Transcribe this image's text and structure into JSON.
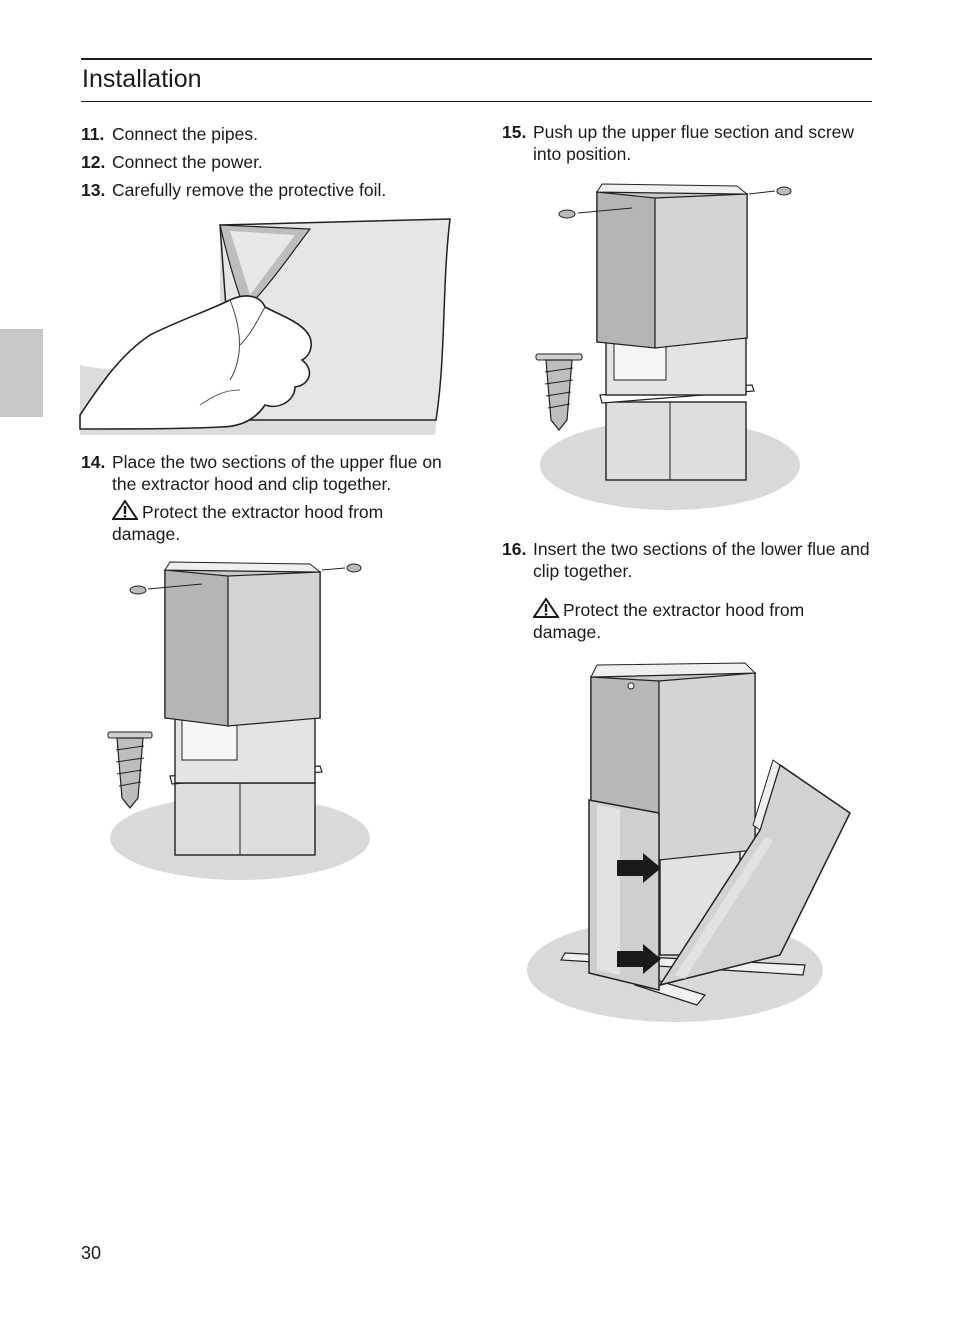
{
  "header": {
    "title": "Installation"
  },
  "steps": [
    {
      "number": "11.",
      "text": "Connect the pipes."
    },
    {
      "number": "12.",
      "text": "Connect the power."
    },
    {
      "number": "13.",
      "text": "Carefully remove the protective foil."
    },
    {
      "number": "14.",
      "text": "Place the two sections of the upper flue on the extractor hood and clip together."
    },
    {
      "number": "15.",
      "text": "Push up the upper flue section and screw into position."
    },
    {
      "number": "16.",
      "text": "Insert the two sections of the lower flue and clip together."
    }
  ],
  "warnings": [
    {
      "icon": "warning-triangle-icon",
      "text": "Protect the extractor hood from damage."
    },
    {
      "icon": "warning-triangle-icon",
      "text": "Protect the extractor hood from damage."
    }
  ],
  "footer": {
    "page_number": "30"
  },
  "colors": {
    "text": "#1a1a1a",
    "side_tab": "#c8c8c8",
    "shadow": "#d9d9d9"
  }
}
